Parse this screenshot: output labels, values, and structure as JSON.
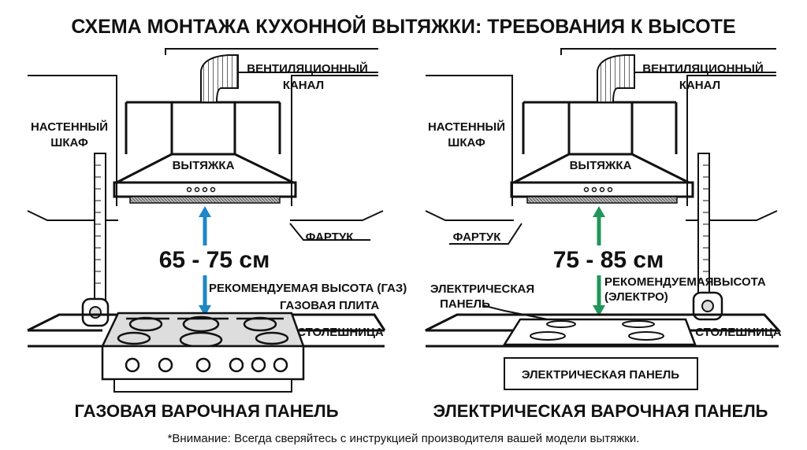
{
  "title": "СХЕМА МОНТАЖА КУХОННОЙ ВЫТЯЖКИ: ТРЕБОВАНИЯ К ВЫСОТЕ",
  "left": {
    "duct_label_1": "ВЕНТИЛЯЦИОННЫЙ",
    "duct_label_2": "КАНАЛ",
    "cabinet_label_1": "НАСТЕННЫЙ",
    "cabinet_label_2": "ШКАФ",
    "hood_label": "ВЫТЯЖКА",
    "backsplash_label": "ФАРТУК",
    "height_range": "65 - 75 см",
    "height_min_cm": 65,
    "height_max_cm": 75,
    "height_note": "РЕКОМЕНДУЕМАЯ ВЫСОТА (ГАЗ)",
    "stove_label": "ГАЗОВАЯ ПЛИТА",
    "countertop_label": "СТОЛЕШНИЦА",
    "panel_title": "ГАЗОВАЯ ВАРОЧНАЯ ПАНЕЛЬ",
    "arrow_color": "#1f86c8"
  },
  "right": {
    "duct_label_1": "ВЕНТИЛЯЦИОННЫЙ",
    "duct_label_2": "КАНАЛ",
    "cabinet_label_1": "НАСТЕННЫЙ",
    "cabinet_label_2": "ШКАФ",
    "hood_label": "ВЫТЯЖКА",
    "backsplash_label": "ФАРТУК",
    "height_range": "75 - 85 см",
    "height_min_cm": 75,
    "height_max_cm": 85,
    "height_note_1": "РЕКОМЕНДУЕМАЯ",
    "height_note_word": "ВЫСОТА",
    "height_note_2": "(ЭЛЕКТРО)",
    "hob_label_1": "ЭЛЕКТРИЧЕСКАЯ",
    "hob_label_2": "ПАНЕЛЬ",
    "countertop_label": "СТОЛЕШНИЦА",
    "cabinet_front_label": "ЭЛЕКТРИЧЕСКАЯ ПАНЕЛЬ",
    "panel_title": "ЭЛЕКТРИЧЕСКАЯ ВАРОЧНАЯ ПАНЕЛЬ",
    "arrow_color": "#22955a"
  },
  "footnote": "*Внимание: Всегда сверяйтесь с инструкцией производителя вашей модели вытяжки."
}
